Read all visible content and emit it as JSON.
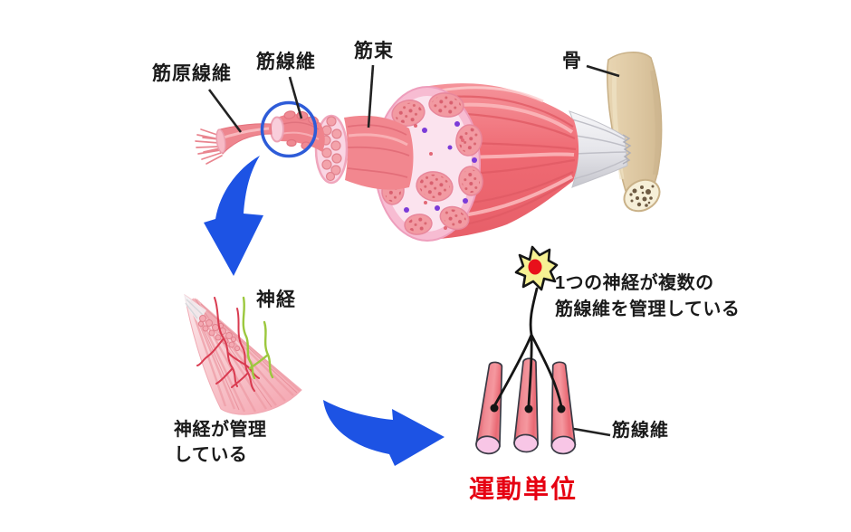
{
  "figure": {
    "type": "muscle-anatomy-diagram",
    "background": "#FFFFFF"
  },
  "labels": {
    "myofibril": "筋原線維",
    "muscle_fiber": "筋線維",
    "fascicle": "筋束",
    "bone": "骨",
    "nerve": "神経",
    "nerve_manages_line1": "神経が管理",
    "nerve_manages_line2": "している",
    "one_nerve_line1": "1つの神経が複数の",
    "one_nerve_line2": "筋線維を管理している",
    "muscle_fiber_right": "筋線維",
    "motor_unit": "運動単位"
  },
  "colors": {
    "text_black": "#1A1A1A",
    "motor_unit_red": "#E60012",
    "arrow_blue": "#1D53E4",
    "highlight_circle_blue": "#2E5CD8",
    "muscle_red": "#EF6A73",
    "muscle_highlight": "#FBB7BA",
    "cross_section_ring": "#F7BCD2",
    "cross_section_inner": "#FBE3EE",
    "fascicle_pink": "#F29AA2",
    "fascicle_dot_red": "#D85F6E",
    "nerve_purple_dot": "#7B3BD8",
    "bone_beige": "#DCC6A0",
    "bone_marrow": "#F6EFD8",
    "tendon_white": "#F2F2F5",
    "nerve_red": "#D93B50",
    "nerve_green": "#9CC83E",
    "neuron_yellow": "#F6F193",
    "neuron_nucleus_red": "#E8101B",
    "fiber_cut_pink": "#F8C6E6"
  }
}
